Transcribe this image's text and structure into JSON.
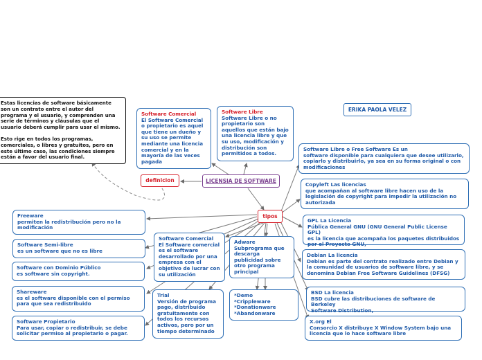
{
  "center": {
    "label": "LICENSIA DE SOFTWARE"
  },
  "author": {
    "label": "ERIKA PAOLA VELEZ"
  },
  "definicion": {
    "label": "definicion",
    "text_1": "Estas licencias de software básicamente son un contrato entre el autor del programa y el usuario, y comprenden una serie de términos y cláusulas que el usuario deberá cumplir para usar el mismo.",
    "text_2": "Esto rige en todos los programas, comerciales, o libres y gratuitos, pero en este último caso, las condiciones siempre están a favor del usuario final."
  },
  "software_comercial_top": {
    "title": "Software Comercial",
    "body": "El Software Comercial\no propietario es aquel\nque tiene un dueño y\nsu uso se permite\nmediante una licencia\ncomercial y en la\nmayoría de las veces\npagada"
  },
  "software_libre": {
    "title": "Software Libre",
    "body": "Software Libre o no\npropietario son\naquellos que están bajo\nuna licencia libre y que\nsu uso, modificación y\ndistribución son\npermitidos a todos."
  },
  "tipos": {
    "label": "tipos"
  },
  "right_nodes": [
    {
      "text": "Software Libre o Free Software                     Es un\nsoftware disponible para cualquiera que desee utilizarlo,\ncopiarlo y distribuirlo, ya sea en su forma original o con\nmodificaciones"
    },
    {
      "text": "Copyleft                                                     Las licencias\nque acompañan al software libre hacen uso de la\nlegislación de copyright para impedir la utilización no\nautorizada"
    },
    {
      "text": "GPL                                                      La Licencia\nPública General GNU (GNU General Public License GPL)\nes la licencia que acompaña los paquetes distribuidos\npor el Proyecto GNU,"
    },
    {
      "text": "Debian                                                      La licencia\nDebian es parte del contrato realizado entre Debian y\nla comunidad de usuarios de software libre, y se\ndenomina Debian Free Software Guidelines (DFSG)"
    },
    {
      "text": "BSD                                                        La licencia\nBSD cubre las distribuciones de software de Berkeley\nSoftware Distribution,"
    },
    {
      "text": "X.org                                                           El\nConsorcio X distribuye X Window System bajo una\nlicencia que lo hace software libre"
    }
  ],
  "left_nodes": [
    {
      "text": "Freeware\npermiten la redistribución pero no la\nmodificación"
    },
    {
      "text": "Software Semi-libre\nes un software que no es libre"
    },
    {
      "text": "Software con Dominio Público\nes software sin copyright."
    },
    {
      "text": "Shareware\nes el software disponible con el permiso\npara que sea redistribuido"
    },
    {
      "text": "Software Propietario\nPara usar, copiar o redistribuir, se debe\nsolicitar permiso al propietario o pagar."
    }
  ],
  "middle_nodes": {
    "comercial": "Software Comercial\nEl Software comercial\nes el software\ndesarrollado por una\nempresa con el\nobjetivo de lucrar con\nsu utilización",
    "adware": "Adware\nSubprograma que\ndescarga\npublicidad sobre\notro programa\nprincipal",
    "trial": "Trial\nVersión de programa\npago, distribuido\ngratuitamente con\ntodos los recursos\nactivos, pero por un\ntiempo determinado",
    "demo": "*Demo\n*Crippleware\n*Donationware\n*Abandonware"
  }
}
